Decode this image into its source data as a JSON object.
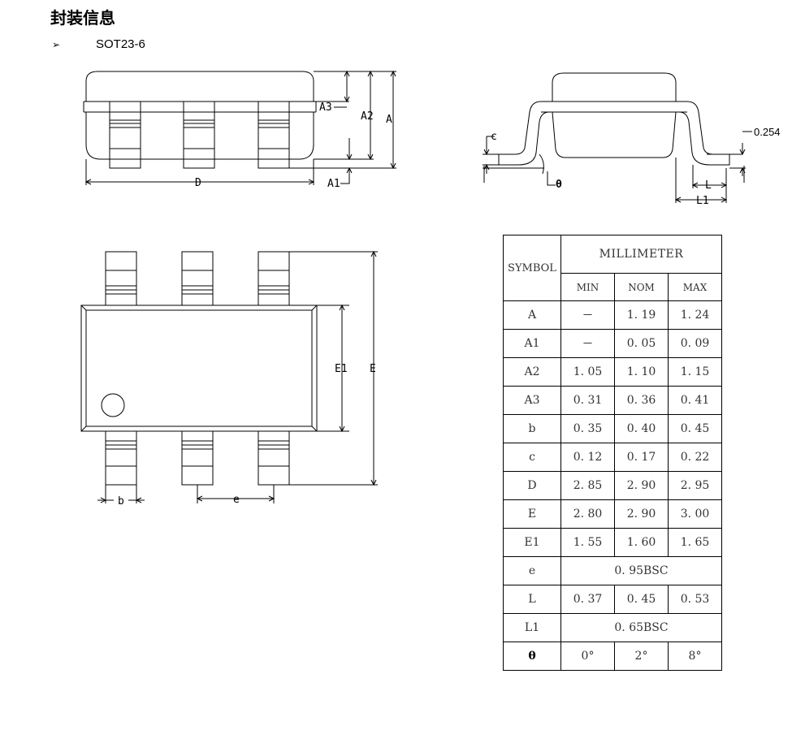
{
  "header": {
    "title": "封装信息",
    "bullet_symbol": "➢",
    "package_name": "SOT23-6"
  },
  "diagram_labels": {
    "a3": "A3",
    "a2": "A2",
    "a": "A",
    "a1": "A1",
    "d": "D",
    "c": "c",
    "theta": "θ",
    "dim_0254": "0.254",
    "l": "L",
    "l1": "L1",
    "e1": "E1",
    "e_big": "E",
    "b": "b",
    "e_pitch": "e"
  },
  "table": {
    "symbol_header": "SYMBOL",
    "unit_header": "MILLIMETER",
    "col_min": "MIN",
    "col_nom": "NOM",
    "col_max": "MAX",
    "rows": [
      {
        "symbol": "A",
        "min": "－",
        "nom": "1. 19",
        "max": "1. 24"
      },
      {
        "symbol": "A1",
        "min": "－",
        "nom": "0. 05",
        "max": "0. 09"
      },
      {
        "symbol": "A2",
        "min": "1. 05",
        "nom": "1. 10",
        "max": "1. 15"
      },
      {
        "symbol": "A3",
        "min": "0. 31",
        "nom": "0. 36",
        "max": "0. 41"
      },
      {
        "symbol": "b",
        "min": "0. 35",
        "nom": "0. 40",
        "max": "0. 45"
      },
      {
        "symbol": "c",
        "min": "0. 12",
        "nom": "0. 17",
        "max": "0. 22"
      },
      {
        "symbol": "D",
        "min": "2. 85",
        "nom": "2. 90",
        "max": "2. 95"
      },
      {
        "symbol": "E",
        "min": "2. 80",
        "nom": "2. 90",
        "max": "3. 00"
      },
      {
        "symbol": "E1",
        "min": "1. 55",
        "nom": "1. 60",
        "max": "1. 65"
      },
      {
        "symbol": "e",
        "span": "0. 95BSC"
      },
      {
        "symbol": "L",
        "min": "0. 37",
        "nom": "0. 45",
        "max": "0. 53"
      },
      {
        "symbol": "L1",
        "span": "0. 65BSC"
      },
      {
        "symbol": "θ",
        "min": "0°",
        "nom": "2°",
        "max": "8°"
      }
    ]
  }
}
